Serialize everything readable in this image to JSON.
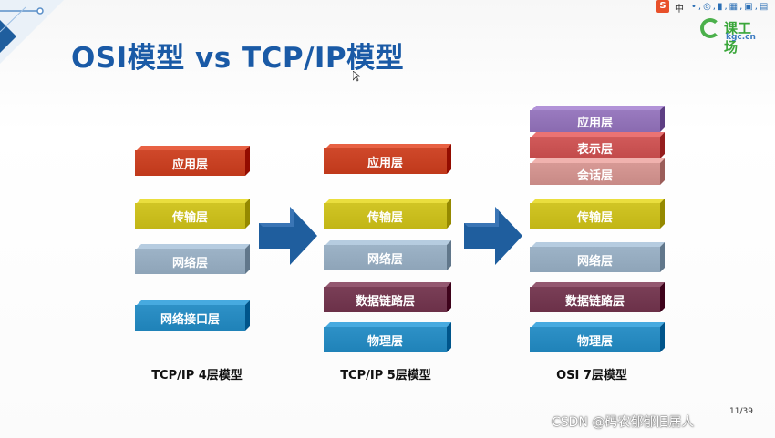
{
  "title": "OSI模型 vs TCP/IP模型",
  "logo": {
    "main": "课工场",
    "sub": "kgc.cn"
  },
  "toolbar": {
    "s": "S",
    "text": "中",
    "dots": "•,◎,▮,▦,▣,▤"
  },
  "colors": {
    "application": "#c0391b",
    "transport": "#c2b616",
    "network": "#8ea4b8",
    "datalink": "#6b3048",
    "physical": "#1f82b8",
    "netif": "#1f82b8",
    "app_osi": "#8a6bb0",
    "presentation": "#c24b4b",
    "session": "#c88a86",
    "title": "#1a5aa6",
    "arrow": "#1f5e9e"
  },
  "models": [
    {
      "label": "TCP/IP 4层模型",
      "layers": [
        {
          "name": "应用层",
          "color": "#c0391b"
        },
        {
          "name": "传输层",
          "color": "#c2b616"
        },
        {
          "name": "网络层",
          "color": "#8ea4b8"
        },
        {
          "name": "网络接口层",
          "color": "#1f82b8"
        }
      ]
    },
    {
      "label": "TCP/IP 5层模型",
      "layers": [
        {
          "name": "应用层",
          "color": "#c0391b"
        },
        {
          "name": "传输层",
          "color": "#c2b616"
        },
        {
          "name": "网络层",
          "color": "#8ea4b8"
        },
        {
          "name": "数据链路层",
          "color": "#6b3048"
        },
        {
          "name": "物理层",
          "color": "#1f82b8"
        }
      ]
    },
    {
      "label": "OSI 7层模型",
      "layers": [
        {
          "name": "应用层",
          "color": "#8a6bb0"
        },
        {
          "name": "表示层",
          "color": "#c24b4b"
        },
        {
          "name": "会话层",
          "color": "#c88a86"
        },
        {
          "name": "传输层",
          "color": "#c2b616"
        },
        {
          "name": "网络层",
          "color": "#8ea4b8"
        },
        {
          "name": "数据链路层",
          "color": "#6b3048"
        },
        {
          "name": "物理层",
          "color": "#1f82b8"
        }
      ]
    }
  ],
  "page": "11/39",
  "watermark": "CSDN @码农郁郁旧居人"
}
